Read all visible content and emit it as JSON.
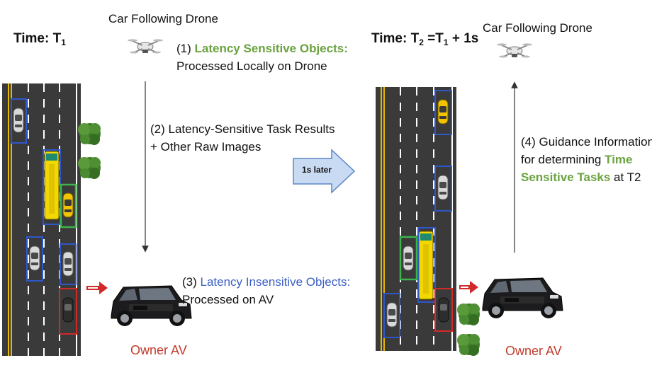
{
  "colors": {
    "green": "#6aa33f",
    "blue": "#3b5fc4",
    "red": "#c23a2b",
    "road": "#3b3b3b",
    "box_blue": "#2f57c9",
    "box_green": "#3cb44b",
    "box_red": "#d12a2a",
    "arrow_fill": "#c9daf3",
    "arrow_stroke": "#5b85c6"
  },
  "left": {
    "time_label": "Time: T",
    "time_sub": "1",
    "drone_title": "Car Following Drone",
    "step1_prefix": "(1) ",
    "step1_highlight": "Latency Sensitive Objects:",
    "step1_rest": "Processed Locally on Drone",
    "step2_line1": "(2) Latency-Sensitive Task Results",
    "step2_line2": "+ Other Raw Images",
    "step3_prefix": "(3) ",
    "step3_highlight": "Latency Insensitive Objects:",
    "step3_rest": "Processed on AV",
    "owner_label": "Owner AV"
  },
  "middle": {
    "later_label": "1s later"
  },
  "right": {
    "time_label": "Time: T",
    "time_sub1": "2",
    "time_eq": " =T",
    "time_sub2": "1",
    "time_plus": " + 1s",
    "drone_title": "Car Following Drone",
    "step4_line1": "(4) Guidance Information",
    "step4_line2_prefix": "for determining ",
    "step4_line2_highlight": "Time",
    "step4_line3_highlight": "Sensitive Tasks",
    "step4_line3_rest": " at T2",
    "owner_label": "Owner AV"
  }
}
